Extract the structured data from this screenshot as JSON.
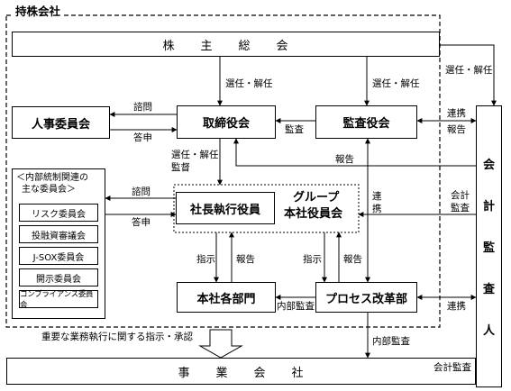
{
  "holding_company_label": "持株会社",
  "boxes": {
    "shareholders_meeting": "株　　主　　総　　会",
    "board_of_directors": "取締役会",
    "audit_board": "監査役会",
    "personnel_committee": "人事委員会",
    "president_executive": "社長執行役員",
    "group_hq_officers_line1": "グループ",
    "group_hq_officers_line2": "本社役員会",
    "hq_departments": "本社各部門",
    "process_reform_dept": "プロセス改革部",
    "accounting_auditor": [
      "会",
      "計",
      "監",
      "査",
      "人"
    ],
    "operating_companies": "事　　業　　会　　社"
  },
  "internal_control_committees": {
    "heading_line1": "＜内部統制関連の",
    "heading_line2": "主な委員会＞",
    "items": [
      "リスク委員会",
      "投融資審議会",
      "J-SOX委員会",
      "開示委員会",
      "コンプライアンス委員会"
    ]
  },
  "arrow_labels": {
    "elect_dismiss_board": "選任・解任",
    "elect_dismiss_audit": "選任・解任",
    "elect_dismiss_auditor": "選任・解任",
    "consult_personnel": "諮問",
    "report_personnel": "答申",
    "audit": "監査",
    "cooperation_1": "連携",
    "report_1": "報告",
    "report_board": "報告",
    "elect_dismiss_supervise_line1": "選任・解任",
    "elect_dismiss_supervise_line2": "監督",
    "consult_committees": "諮問",
    "report_committees": "答申",
    "cooperation_vertical": "連",
    "cooperation_vertical2": "携",
    "accounting_audit_line1": "会計",
    "accounting_audit_line2": "監査",
    "instruction_left": "指示",
    "report_left": "報告",
    "instruction_right": "指示",
    "report_right": "報告",
    "internal_audit_hq": "内部監査",
    "cooperation_2": "連携",
    "internal_audit_ops": "内部監査",
    "accounting_audit_ops": "会計監査",
    "important_business_instruction": "重要な業務執行に関する指示・承認"
  }
}
